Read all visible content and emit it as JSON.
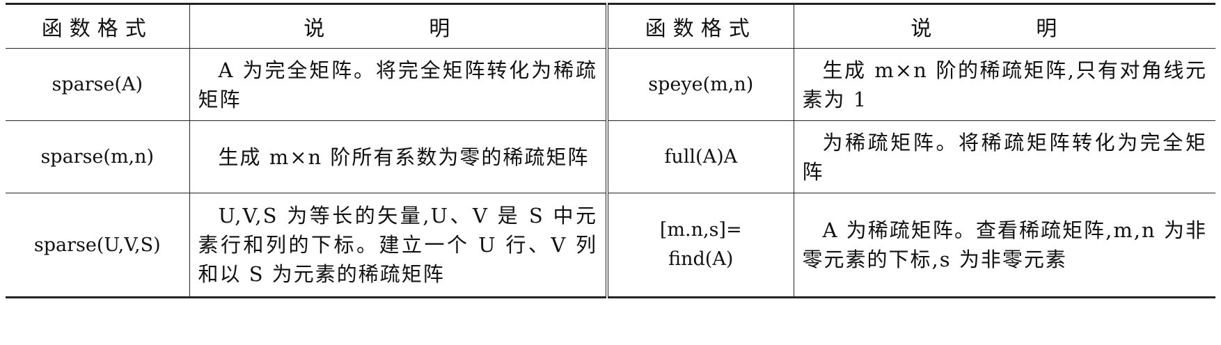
{
  "table": {
    "headers": [
      "函数格式",
      "说　明",
      "函数格式",
      "说　明"
    ],
    "rows": [
      {
        "left_fn": "sparse(A)",
        "left_desc": "A 为完全矩阵。将完全矩阵转化为稀疏矩阵",
        "right_fn": "speye(m,n)",
        "right_desc": "生成 m×n 阶的稀疏矩阵,只有对角线元素为 1"
      },
      {
        "left_fn": "sparse(m,n)",
        "left_desc": "生成 m×n 阶所有系数为零的稀疏矩阵",
        "right_fn": "full(A)A",
        "right_desc": "为稀疏矩阵。将稀疏矩阵转化为完全矩阵"
      },
      {
        "left_fn": "sparse(U,V,S)",
        "left_desc": "U,V,S 为等长的矢量,U、V 是 S 中元素行和列的下标。建立一个 U 行、V 列和以 S 为元素的稀疏矩阵",
        "right_fn_line1": "[m.n,s]=",
        "right_fn_line2": "find(A)",
        "right_desc": "A 为稀疏矩阵。查看稀疏矩阵,m,n 为非零元素的下标,s 为非零元素"
      }
    ]
  }
}
